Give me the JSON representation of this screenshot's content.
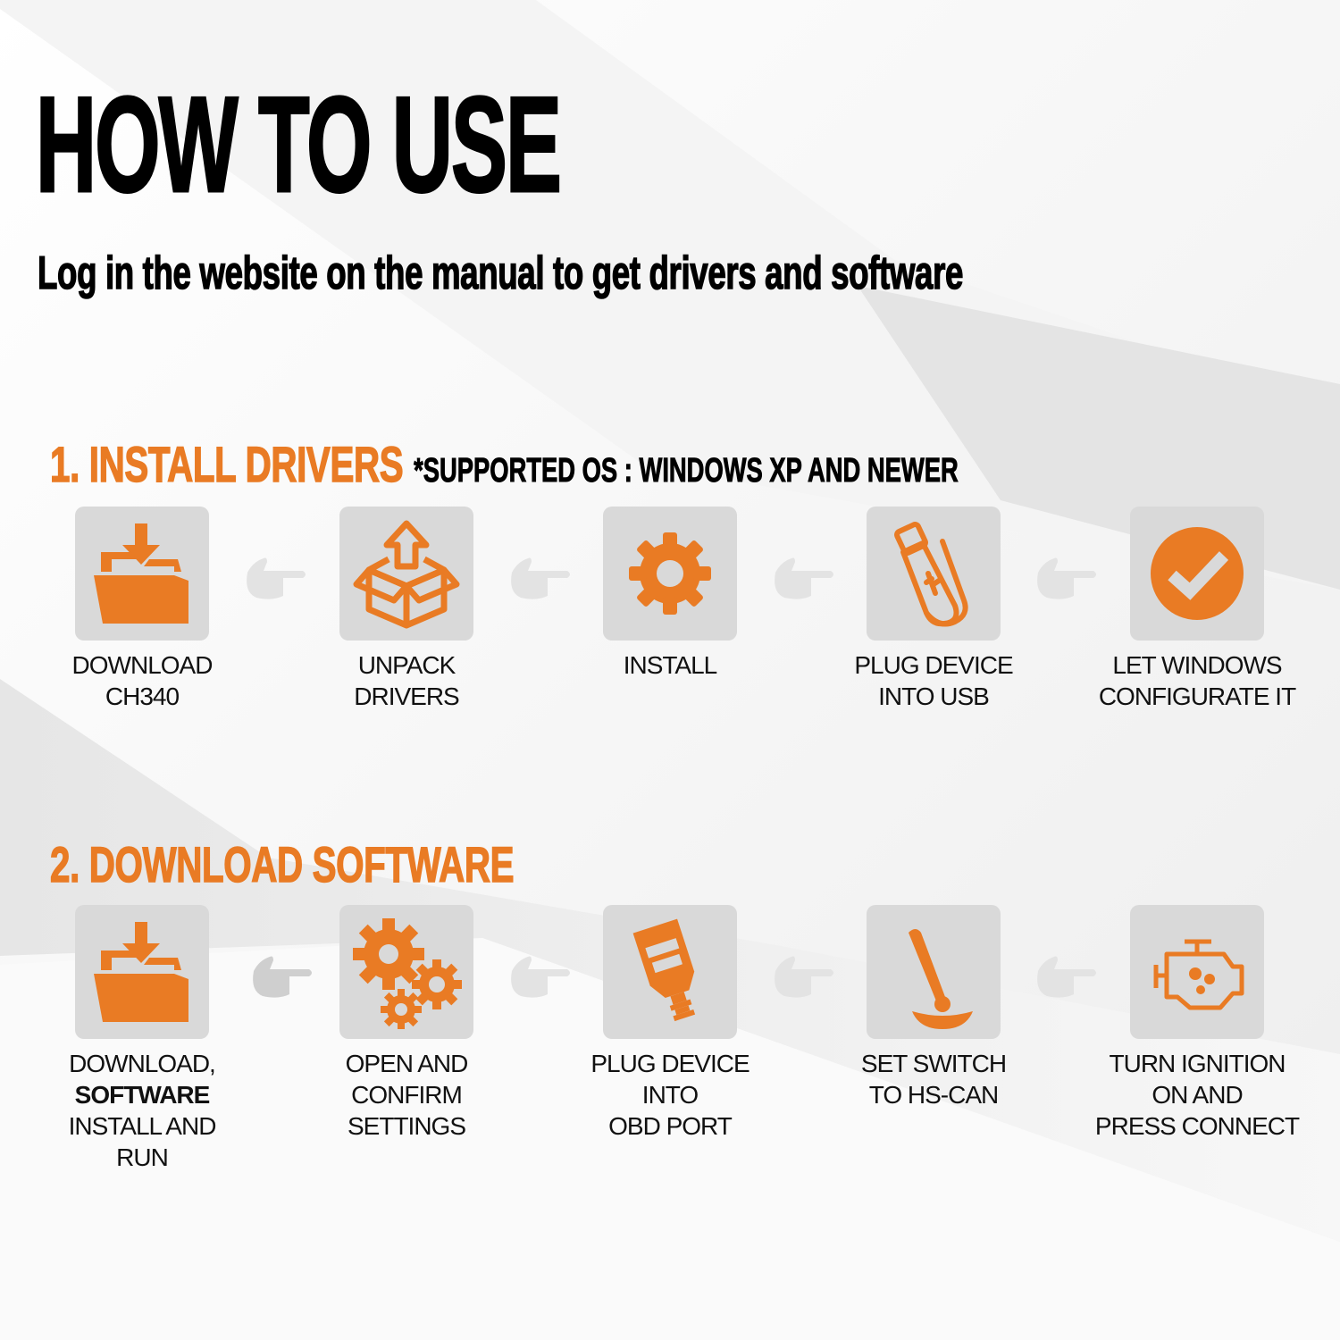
{
  "header": {
    "title": "HOW TO USE",
    "subtitle": "Log in the website on the manual to get drivers and software"
  },
  "colors": {
    "accent": "#E97B24",
    "icon_box": "#D9D9D9",
    "text": "#111111",
    "hand": "#E2E2E2"
  },
  "section1": {
    "title": "1. INSTALL DRIVERS",
    "note": "*SUPPORTED OS : WINDOWS XP AND NEWER",
    "steps": [
      {
        "icon": "download-folder-icon",
        "lines": [
          "DOWNLOAD",
          "CH340"
        ]
      },
      {
        "icon": "unpack-box-icon",
        "lines": [
          "UNPACK",
          "DRIVERS"
        ]
      },
      {
        "icon": "gear-icon",
        "lines": [
          "INSTALL"
        ]
      },
      {
        "icon": "usb-stick-icon",
        "lines": [
          "PLUG DEVICE",
          "INTO USB"
        ]
      },
      {
        "icon": "checkmark-circle-icon",
        "lines": [
          "LET WINDOWS",
          "CONFIGURATE IT"
        ]
      }
    ]
  },
  "section2": {
    "title": "2. DOWNLOAD SOFTWARE",
    "steps": [
      {
        "icon": "download-folder-icon",
        "lines": [
          "DOWNLOAD,",
          "SOFTWARE",
          "INSTALL AND",
          "RUN"
        ]
      },
      {
        "icon": "gears-icon",
        "lines": [
          "OPEN AND",
          "CONFIRM",
          "SETTINGS"
        ]
      },
      {
        "icon": "obd-connector-icon",
        "lines": [
          "PLUG DEVICE",
          "INTO",
          "OBD PORT"
        ]
      },
      {
        "icon": "switch-lever-icon",
        "lines": [
          "SET SWITCH",
          "TO HS-CAN"
        ]
      },
      {
        "icon": "engine-icon",
        "lines": [
          "TURN IGNITION",
          "ON AND",
          "PRESS CONNECT"
        ]
      }
    ]
  },
  "connectors": {
    "icon": "pointing-hand-icon"
  }
}
